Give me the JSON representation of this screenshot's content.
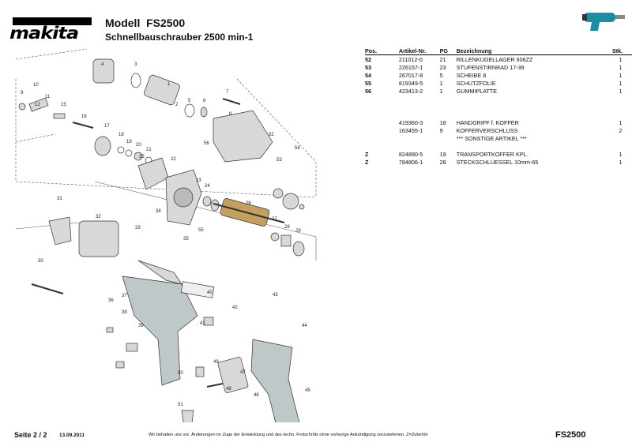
{
  "header": {
    "logo_text": "makita",
    "model_label": "Modell",
    "model": "FS2500",
    "subtitle": "Schnellbauschrauber 2500 min-1"
  },
  "table": {
    "columns": [
      "Pos.",
      "Artikel-Nr.",
      "PG",
      "Bezeichnung",
      "Stk."
    ],
    "rows": [
      {
        "pos": "52",
        "art": "211012-0",
        "pg": "21",
        "bez": "RILLENKUGELLAGER 606ZZ",
        "stk": "1"
      },
      {
        "pos": "53",
        "art": "226157-1",
        "pg": "23",
        "bez": "STUFENSTIRNRAD 17-39",
        "stk": "1"
      },
      {
        "pos": "54",
        "art": "267017-8",
        "pg": "5",
        "bez": "SCHEIBE 8",
        "stk": "1"
      },
      {
        "pos": "55",
        "art": "819349-5",
        "pg": "1",
        "bez": "SCHUTZFOLIE",
        "stk": "1"
      },
      {
        "pos": "56",
        "art": "423413-2",
        "pg": "1",
        "bez": "GUMMIPLATTE",
        "stk": "1"
      },
      {
        "pos": "",
        "art": "",
        "pg": "",
        "bez": "",
        "stk": ""
      },
      {
        "pos": "",
        "art": "",
        "pg": "",
        "bez": "",
        "stk": ""
      },
      {
        "pos": "",
        "art": "",
        "pg": "",
        "bez": "",
        "stk": ""
      },
      {
        "pos": "",
        "art": "419360-3",
        "pg": "18",
        "bez": "HANDGRIFF f. KOFFER",
        "stk": "1"
      },
      {
        "pos": "",
        "art": "163455-1",
        "pg": "9",
        "bez": "KOFFERVERSCHLUSS",
        "stk": "2"
      },
      {
        "pos": "",
        "art": "",
        "pg": "",
        "bez": "*** SONSTIGE ARTIKEL ***",
        "stk": ""
      },
      {
        "pos": "",
        "art": "",
        "pg": "",
        "bez": "",
        "stk": ""
      },
      {
        "pos": "Z",
        "art": "824890-5",
        "pg": "19",
        "bez": "TRANSPORTKOFFER KPL.",
        "stk": "1"
      },
      {
        "pos": "Z",
        "art": "784806-1",
        "pg": "28",
        "bez": "STECKSCHLUESSEL 10mm-65",
        "stk": "1"
      }
    ]
  },
  "diagram": {
    "labels": [
      "1",
      "2",
      "3",
      "4",
      "5",
      "6",
      "7",
      "8",
      "9",
      "10",
      "11",
      "12",
      "15",
      "16",
      "17",
      "18",
      "19",
      "20",
      "21",
      "22",
      "23",
      "24",
      "25",
      "26",
      "27",
      "28",
      "29",
      "30",
      "31",
      "32",
      "33",
      "34",
      "35",
      "36",
      "37",
      "38",
      "39",
      "40",
      "41",
      "42",
      "43",
      "44",
      "45",
      "46",
      "47",
      "48",
      "49",
      "50",
      "51",
      "52",
      "53",
      "54",
      "55",
      "56"
    ]
  },
  "footer": {
    "page": "Seite 2 / 2",
    "date": "13.09.2011",
    "note": "Wir behalten uns vor, Änderungen im Zuge der Entwicklung und des techn. Fortschritts ohne vorherige Ankündigung vorzunehmen. Z=Zubehör",
    "model": "FS2500"
  }
}
